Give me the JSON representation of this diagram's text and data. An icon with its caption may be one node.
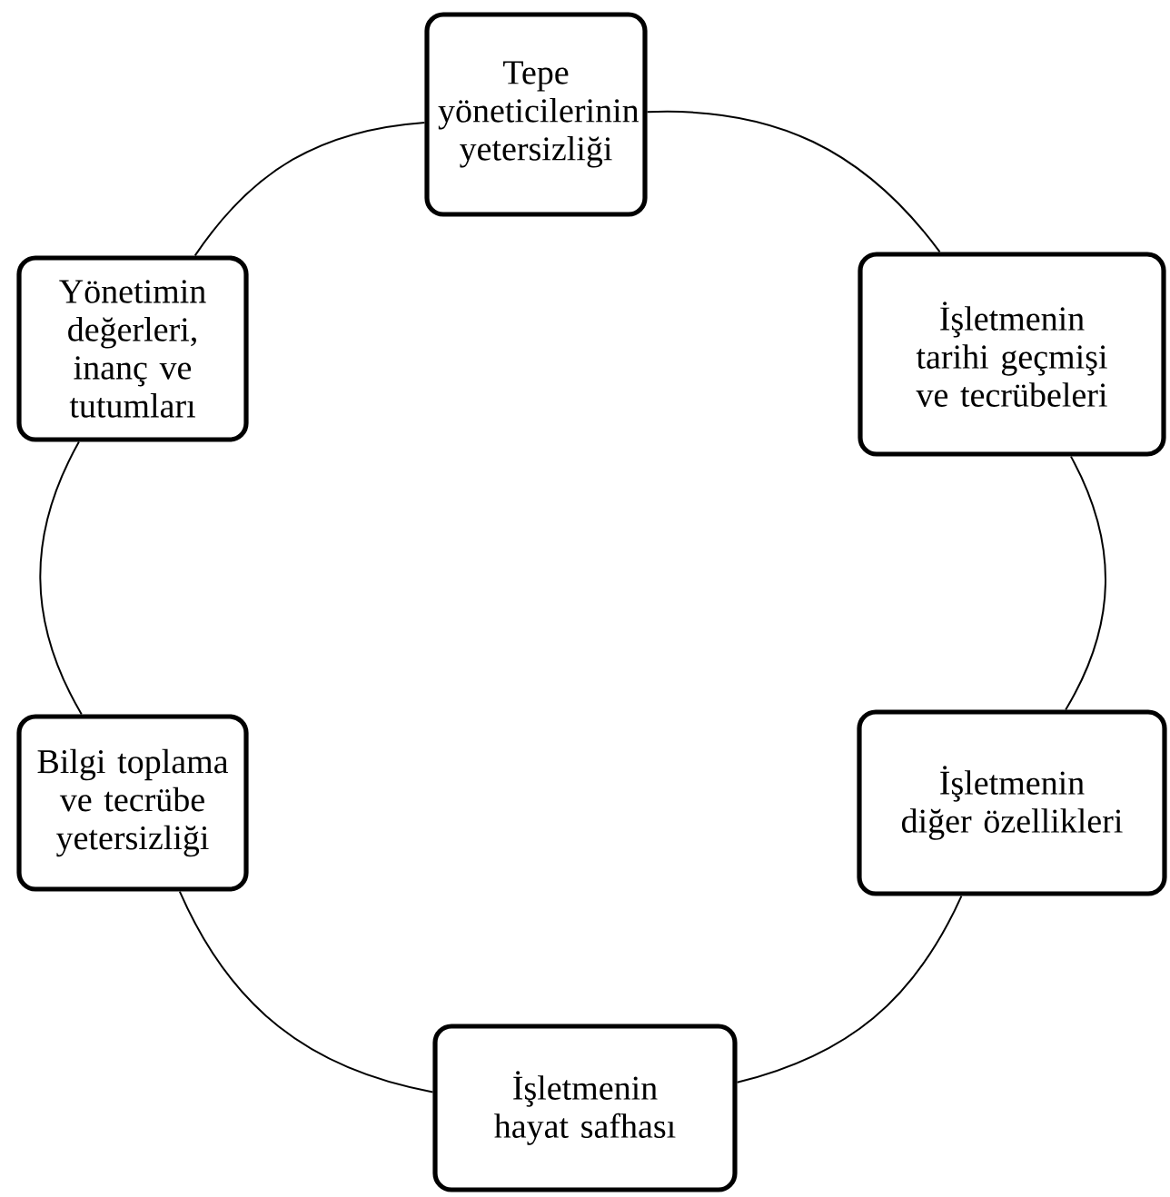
{
  "diagram": {
    "nodes": [
      {
        "text": [
          "Tepe yöneticilerinin yetersizliği"
        ]
      },
      {
        "text": [
          "Yönetimin değerleri, inanç ve tutumları"
        ]
      },
      {
        "text": [
          "İşletmenin tarihi geçmişi ve tecrübeleri"
        ]
      },
      {
        "text": [
          "Bilgi toplama ve tecrübe yetersizliği"
        ]
      },
      {
        "text": [
          "İşletmenin diğer özellikleri"
        ]
      },
      {
        "text": [
          "İşletmenin hayat safhası"
        ]
      }
    ],
    "edges": [
      {
        "from": 0,
        "to": 2,
        "arrow": "none"
      },
      {
        "from": 2,
        "to": 4,
        "arrow": "none"
      },
      {
        "from": 4,
        "to": 5,
        "arrow": "none"
      },
      {
        "from": 5,
        "to": 3,
        "arrow": "none"
      },
      {
        "from": 3,
        "to": 1,
        "arrow": "none"
      },
      {
        "from": 1,
        "to": 0,
        "arrow": "none"
      }
    ]
  }
}
